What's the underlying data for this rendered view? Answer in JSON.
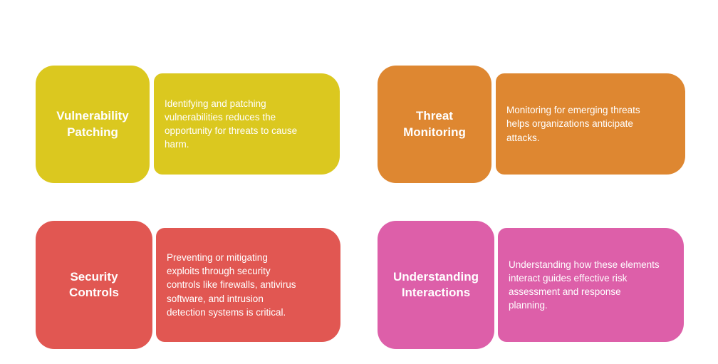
{
  "page": {
    "background_color": "#ffffff",
    "text_color": "#ffffff"
  },
  "cards": [
    {
      "id": "vulnerability-patching",
      "title": "Vulnerability\nPatching",
      "description": "Identifying and patching\nvulnerabilities reduces the\nopportunity for threats to cause\nharm.",
      "color": "#dbc81f"
    },
    {
      "id": "threat-monitoring",
      "title": "Threat\nMonitoring",
      "description": "Monitoring for emerging threats\nhelps organizations anticipate\nattacks.",
      "color": "#de8731"
    },
    {
      "id": "security-controls",
      "title": "Security\nControls",
      "description": "Preventing or mitigating\nexploits through security\ncontrols like firewalls, antivirus\nsoftware, and intrusion\ndetection systems is critical.",
      "color": "#e15752"
    },
    {
      "id": "understanding-interactions",
      "title": "Understanding\nInteractions",
      "description": "Understanding how these elements\ninteract guides effective risk\nassessment and response\nplanning.",
      "color": "#dd5fa9"
    }
  ]
}
